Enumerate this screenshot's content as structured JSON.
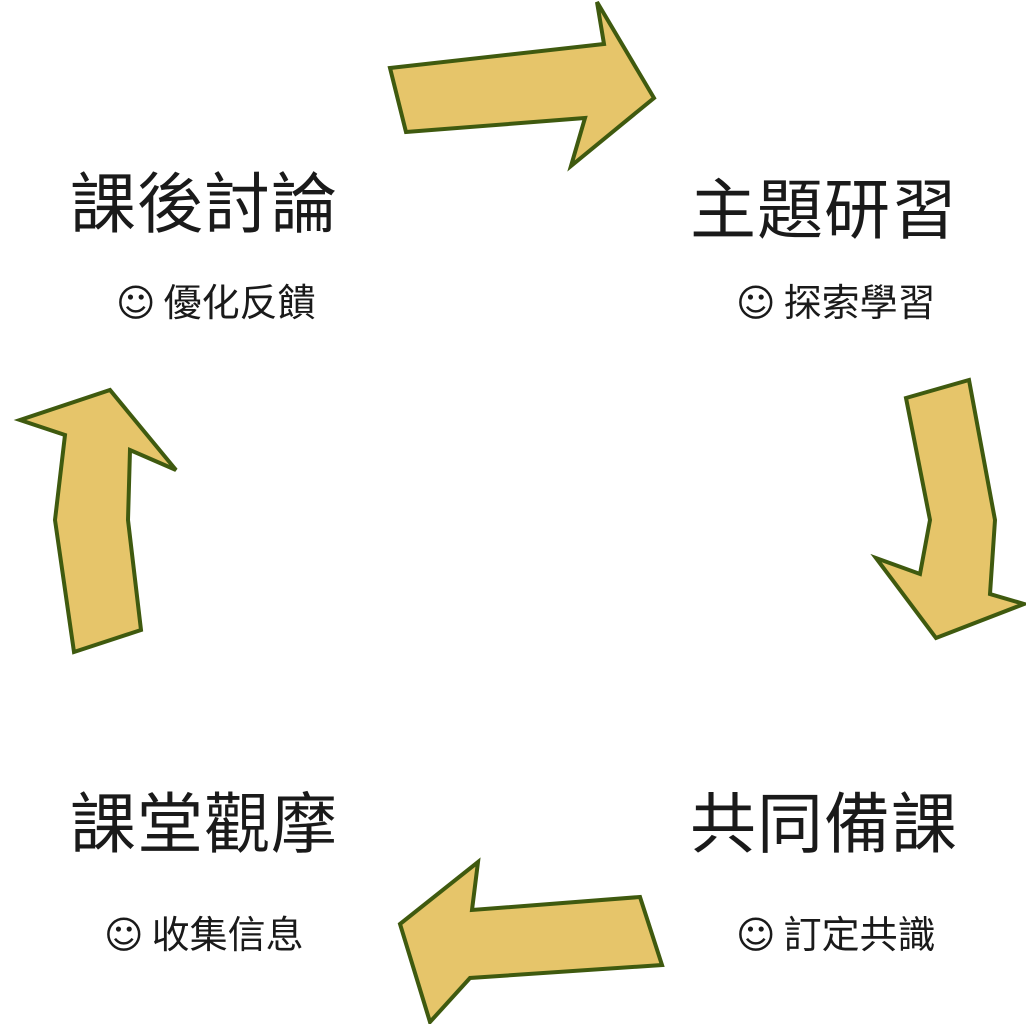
{
  "stages": [
    {
      "title": "主題研習",
      "subtitle": "探索學習"
    },
    {
      "title": "共同備課",
      "subtitle": "訂定共識"
    },
    {
      "title": "課堂觀摩",
      "subtitle": "收集信息"
    },
    {
      "title": "課後討論",
      "subtitle": "優化反饋"
    }
  ],
  "bullet_icon": "☺",
  "colors": {
    "arrow_fill": "#e6c56a",
    "arrow_stroke": "#3f5a0f",
    "text": "#1a1a1a"
  }
}
